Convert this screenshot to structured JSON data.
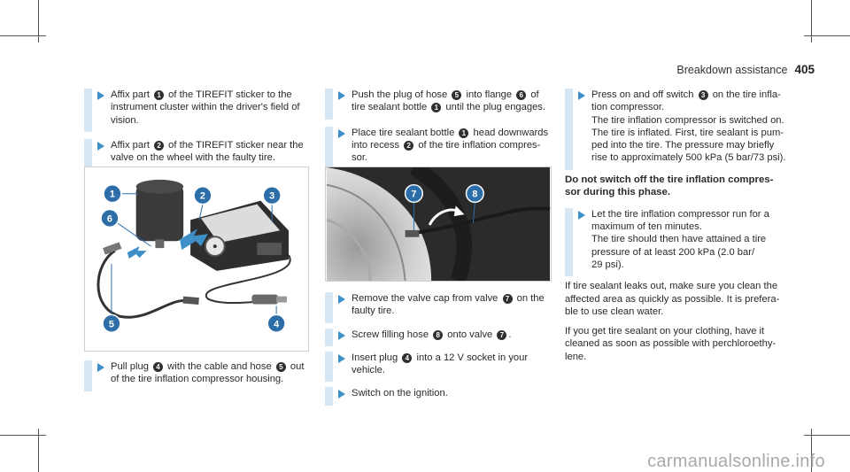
{
  "header": {
    "section": "Breakdown assistance",
    "page": "405"
  },
  "col1": {
    "step1": [
      "Affix part",
      "of the TIREFIT sticker to the",
      "instrument cluster within the driver's field of",
      "vision."
    ],
    "step1_num": "1",
    "step2": [
      "Affix part",
      "of the TIREFIT sticker near the",
      "valve on the wheel with the faulty tire."
    ],
    "step2_num": "2",
    "step3": [
      "Pull plug",
      "with the cable and hose",
      "out",
      "of the tire inflation compressor housing."
    ],
    "step3_nums": [
      "4",
      "5"
    ],
    "figure_callouts": [
      "1",
      "2",
      "3",
      "4",
      "5",
      "6"
    ]
  },
  "col2": {
    "s1": [
      "Push the plug of hose",
      "into flange",
      "of",
      "tire sealant bottle",
      "until the plug engages."
    ],
    "s1_nums": [
      "5",
      "6",
      "1"
    ],
    "s2": [
      "Place tire sealant bottle",
      "head downwards",
      "into recess",
      "of the tire inflation compres-",
      "sor."
    ],
    "s2_nums": [
      "1",
      "2"
    ],
    "figure_callouts": [
      "7",
      "8"
    ],
    "s3": [
      "Remove the valve cap from valve",
      "on the",
      "faulty tire."
    ],
    "s3_num": "7",
    "s4": [
      "Screw filling hose",
      "onto valve",
      "."
    ],
    "s4_nums": [
      "8",
      "7"
    ],
    "s5": [
      "Insert plug",
      "into a 12 V socket in your",
      "vehicle."
    ],
    "s5_num": "4",
    "s6": [
      "Switch on the ignition."
    ]
  },
  "col3": {
    "s1": [
      "Press on and off switch",
      "on the tire infla-",
      "tion compressor.",
      "The tire inflation compressor is switched on.",
      "The tire is inflated. First, tire sealant is pum-",
      "ped into the tire. The pressure may briefly",
      "rise to approximately 500 kPa (5 bar/73 psi)."
    ],
    "s1_num": "3",
    "warn_title": [
      "Do not switch off the tire inflation compres-",
      "sor during this phase."
    ],
    "s2": [
      "Let the tire inflation compressor run for a",
      "maximum of ten minutes.",
      "The tire should then have attained a tire",
      "pressure of at least 200 kPa (2.0 bar/",
      "29 psi)."
    ],
    "p1": [
      "If tire sealant leaks out, make sure you clean the",
      "affected area as quickly as possible. It is prefera-",
      "ble to use clean water."
    ],
    "p2": [
      "If you get tire sealant on your clothing, have it",
      "cleaned as soon as possible with perchloroethy-",
      "lene."
    ]
  },
  "watermark": "carmanualsonline.info",
  "colors": {
    "accent": "#3e8fc8",
    "bar": "#d6e6f2",
    "callout": "#2e6ea8"
  }
}
